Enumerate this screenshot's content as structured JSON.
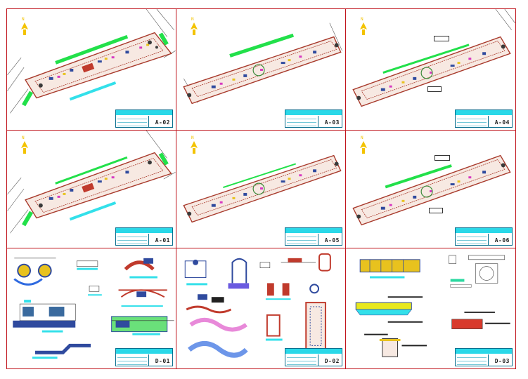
{
  "sheets": [
    {
      "code": "A-02"
    },
    {
      "code": "A-03"
    },
    {
      "code": "A-04"
    },
    {
      "code": "A-01"
    },
    {
      "code": "A-05"
    },
    {
      "code": "A-06"
    },
    {
      "code": "D-01"
    },
    {
      "code": "D-02"
    },
    {
      "code": "D-03"
    }
  ],
  "north_arrow": {
    "label": "N"
  },
  "colors": {
    "frame": "#c0141c",
    "title_band": "#2ad8e8",
    "road_edge": "#a83a2c",
    "green_bar": "#22e04a",
    "cyan_bar": "#33e0ea",
    "north": "#f3c300"
  }
}
